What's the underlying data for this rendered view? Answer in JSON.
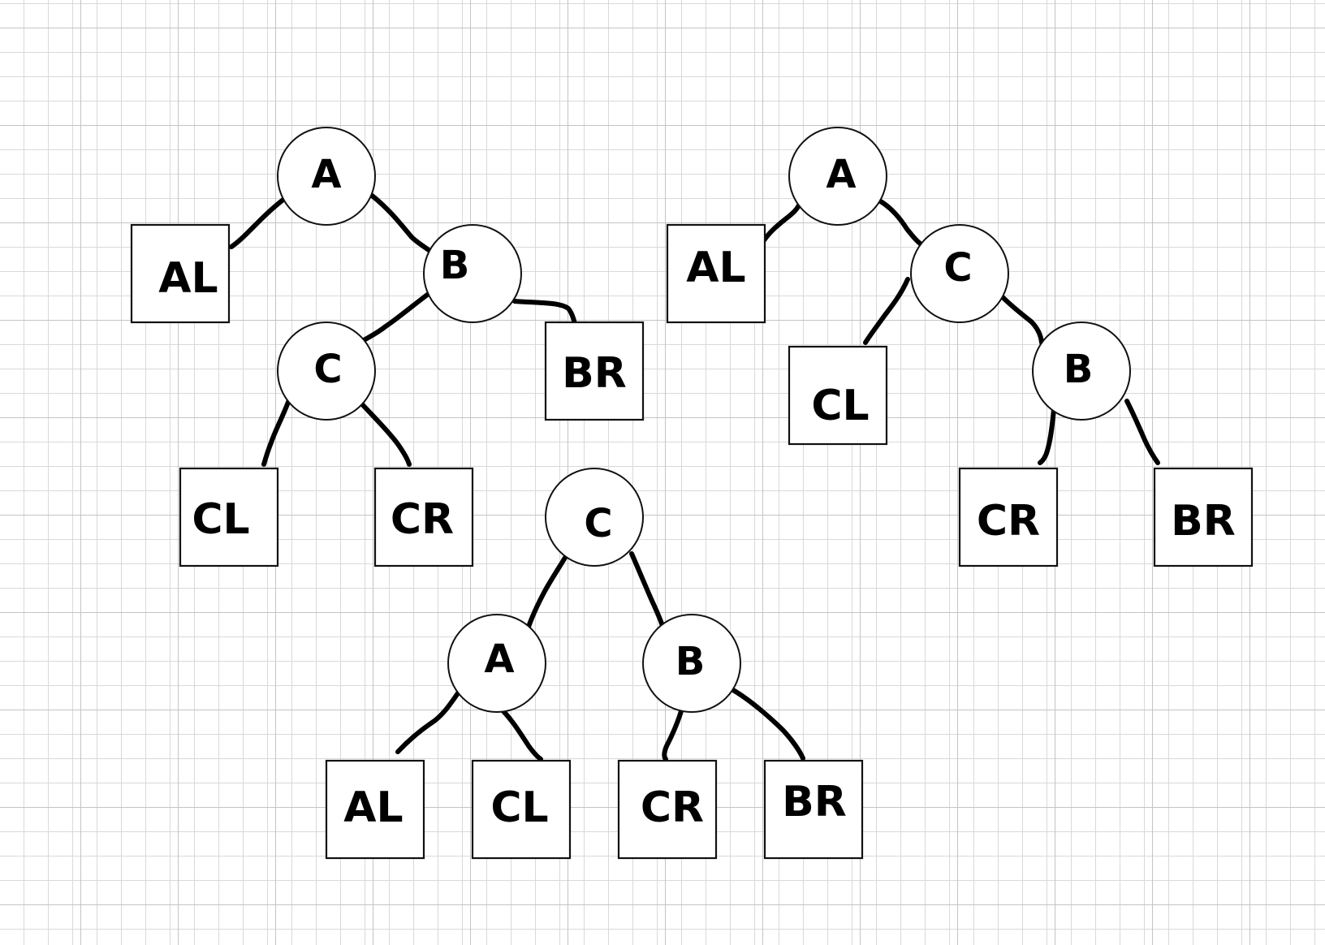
{
  "diagram": {
    "background": "#ffffff",
    "grid_color": "#d9d9d9",
    "ink_color": "#000000",
    "trees": [
      {
        "nodes": [
          {
            "label": "A"
          },
          {
            "label": "B"
          },
          {
            "label": "C"
          }
        ],
        "leaves": [
          {
            "label": "AL"
          },
          {
            "label": "BR"
          },
          {
            "label": "CL"
          },
          {
            "label": "CR"
          }
        ]
      },
      {
        "nodes": [
          {
            "label": "A"
          },
          {
            "label": "C"
          },
          {
            "label": "B"
          }
        ],
        "leaves": [
          {
            "label": "AL"
          },
          {
            "label": "CL"
          },
          {
            "label": "CR"
          },
          {
            "label": "BR"
          }
        ]
      },
      {
        "nodes": [
          {
            "label": "C"
          },
          {
            "label": "A"
          },
          {
            "label": "B"
          }
        ],
        "leaves": [
          {
            "label": "AL"
          },
          {
            "label": "CL"
          },
          {
            "label": "CR"
          },
          {
            "label": "BR"
          }
        ]
      }
    ]
  }
}
